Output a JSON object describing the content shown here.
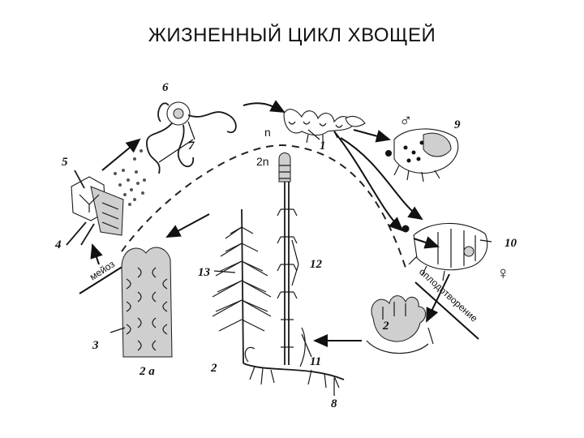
{
  "title": "ЖИЗНЕННЫЙ ЦИКЛ ХВОЩЕЙ",
  "ploidy": {
    "haploid": "n",
    "diploid": "2n"
  },
  "process_labels": {
    "meiosis": "мейоз",
    "fertilization": "оплодотворение"
  },
  "symbols": {
    "male": "♂",
    "female": "♀"
  },
  "numbers": {
    "n1": "1",
    "n2_center": "2",
    "n2_plant": "2",
    "n2a": "2 а",
    "n3": "3",
    "n4": "4",
    "n5": "5",
    "n6": "6",
    "n7": "7",
    "n8": "8",
    "n9": "9",
    "n10": "10",
    "n11": "11",
    "n12": "12",
    "n13": "13"
  }
}
